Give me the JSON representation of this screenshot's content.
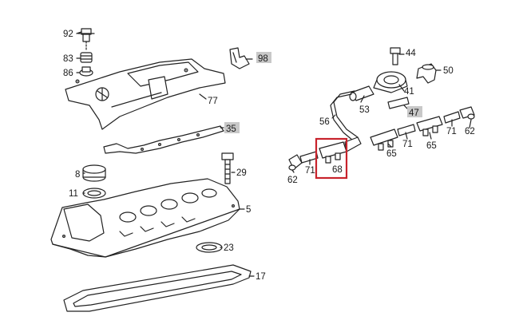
{
  "callouts": {
    "p92": "92",
    "p83": "83",
    "p86": "86",
    "p77": "77",
    "p98": "98",
    "p35": "35",
    "p8": "8",
    "p11": "11",
    "p29": "29",
    "p5": "5",
    "p23": "23",
    "p17": "17",
    "p44": "44",
    "p50": "50",
    "p53": "53",
    "p41": "41",
    "p47": "47",
    "p56": "56",
    "p71a": "71",
    "p68": "68",
    "p62a": "62",
    "p65a": "65",
    "p71b": "71",
    "p65b": "65",
    "p71c": "71",
    "p62b": "62"
  },
  "highlighted_labels": [
    "98",
    "35",
    "47"
  ],
  "selected_part": "68",
  "colors": {
    "highlight_label_bg": "#c8c8c8",
    "selection_box": "#c8232c",
    "line": "#222222"
  }
}
